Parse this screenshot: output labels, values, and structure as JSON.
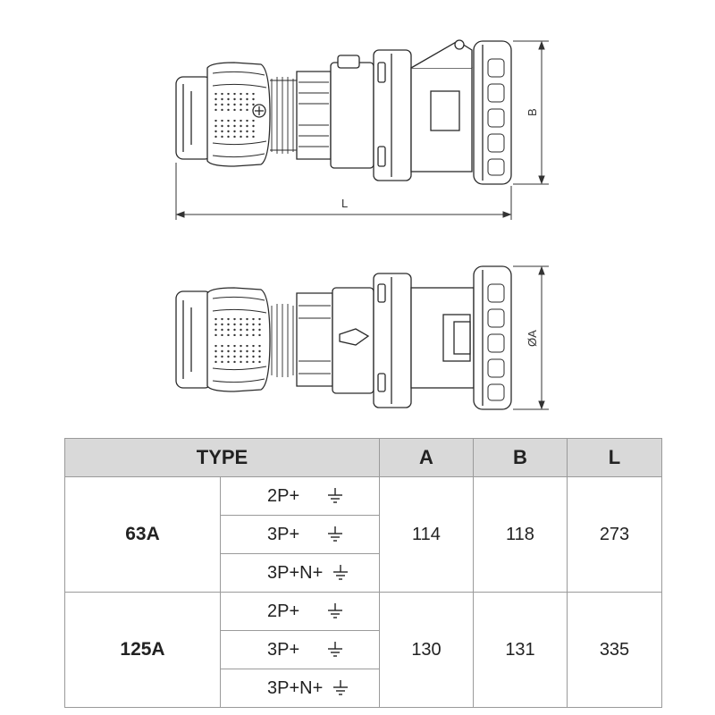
{
  "drawing": {
    "dimension_L": "L",
    "dimension_B": "B",
    "dimension_A": "ØA"
  },
  "table": {
    "headers": {
      "type": "TYPE",
      "a": "A",
      "b": "B",
      "l": "L"
    },
    "groups": [
      {
        "rating": "63A",
        "configs": [
          "2P+",
          "3P+",
          "3P+N+"
        ],
        "A": "114",
        "B": "118",
        "L": "273"
      },
      {
        "rating": "125A",
        "configs": [
          "2P+",
          "3P+",
          "3P+N+"
        ],
        "A": "130",
        "B": "131",
        "L": "335"
      }
    ],
    "icons": {
      "config_suffix": "earth-ground-icon"
    }
  }
}
